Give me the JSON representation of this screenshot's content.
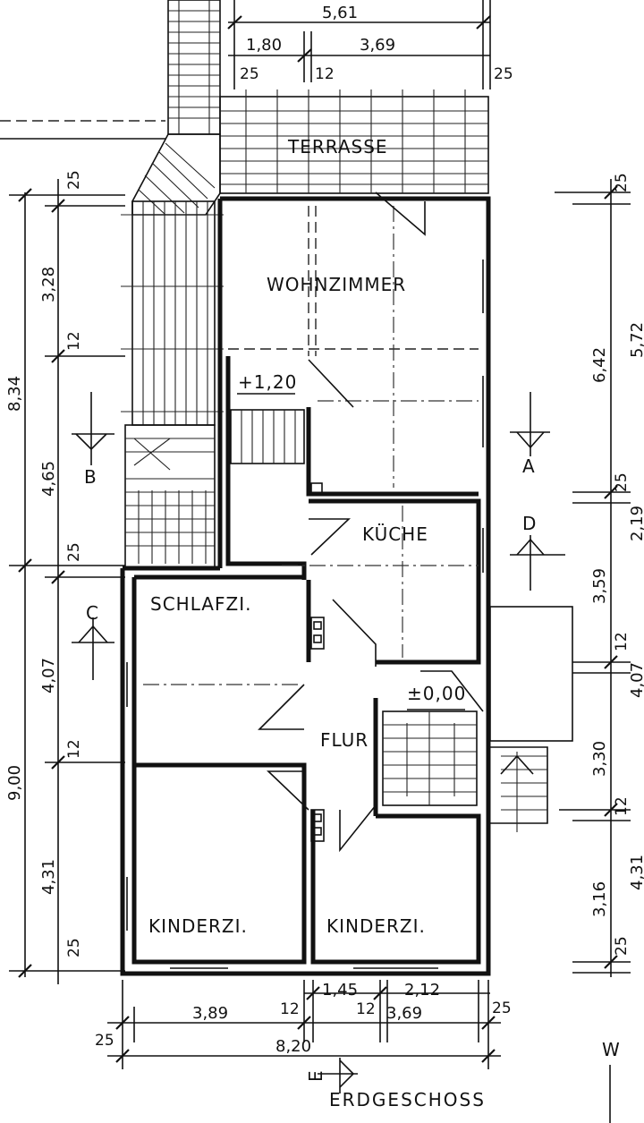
{
  "rooms": {
    "terrace": "TERRASSE",
    "living": "WOHNZIMMER",
    "kitchen": "KÜCHE",
    "bedroom": "SCHLAFZI.",
    "hall": "FLUR",
    "kids1": "KINDERZI.",
    "kids2": "KINDERZI."
  },
  "levels": {
    "upper": "+1,20",
    "ground": "±0,00"
  },
  "title": "ERDGESCHOSS",
  "compass": "W",
  "section_marks": {
    "a": "A",
    "b": "B",
    "c": "C",
    "d": "D",
    "e": "E"
  },
  "dims_top": {
    "overall": "5,61",
    "left": "1,80",
    "right": "3,69",
    "t1": "25",
    "t2": "12",
    "t3": "25"
  },
  "dims_left": {
    "overall_upper": "8,34",
    "overall_lower": "9,00",
    "d1": "25",
    "d2": "3,28",
    "d3": "12",
    "d4": "4,65",
    "d5": "25",
    "d6": "4,07",
    "d7": "12",
    "d8": "4,31",
    "d9": "25"
  },
  "dims_right": {
    "d1": "25",
    "d2": "6,42",
    "d3": "25",
    "d4": "3,59",
    "d5": "12",
    "d6": "3,30",
    "d7": "12",
    "d8": "3,16",
    "d9": "25",
    "o1": "5,72",
    "o2": "2,19",
    "o3": "4,07",
    "o4": "4,31"
  },
  "dims_bottom": {
    "a": "3,89",
    "b": "12",
    "c": "1,45",
    "d": "2,12",
    "e": "25",
    "f": "12",
    "g": "3,69",
    "h": "25",
    "overall": "8,20"
  }
}
